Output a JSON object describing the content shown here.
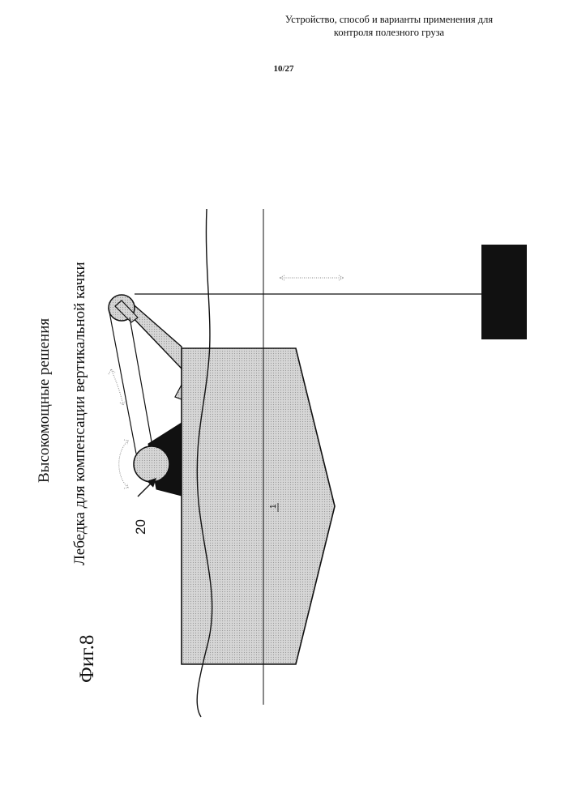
{
  "header": {
    "line1": "Устройство, способ и варианты применения для",
    "line2": "контроля полезного груза"
  },
  "page_number": "10/27",
  "figure": {
    "label": "Фиг.8",
    "caption_main": "Высокомощные решения",
    "caption_sub": "Лебедка для компенсации вертикальной качки",
    "ref_winch": "20",
    "ref_hull": "1",
    "colors": {
      "hull_fill": "#d4d4d4",
      "load_fill": "#111111",
      "winch_base_fill": "#111111",
      "pulley_fill": "#d4d4d4"
    }
  }
}
